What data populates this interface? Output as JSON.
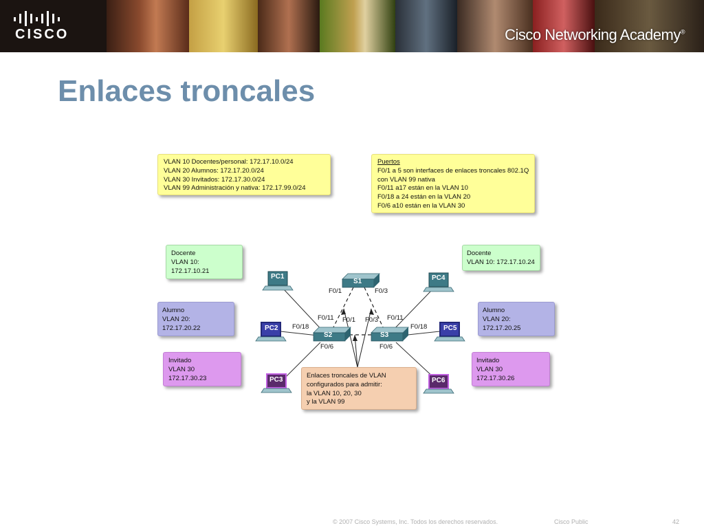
{
  "header": {
    "logo_text": "CISCO",
    "academy_text": "Cisco Networking Academy"
  },
  "title": "Enlaces troncales",
  "vlan_box": {
    "lines": [
      "VLAN 10 Docentes/personal: 172.17.10.0/24",
      "VLAN 20  Alumnos: 172.17.20.0/24",
      "VLAN 30  Invitados: 172.17.30.0/24",
      "VLAN 99 Administración y nativa: 172.17.99.0/24"
    ]
  },
  "ports_box": {
    "heading": "Puertos",
    "lines": [
      "F0/1 a 5 son interfaces de enlaces troncales 802.1Q",
      "con VLAN 99 nativa",
      "F0/11 a17 están en la VLAN 10",
      "F0/18 a 24 están en la VLAN 20",
      "F0/6 a10 están en la VLAN 30"
    ]
  },
  "hosts": {
    "pc1_box": [
      "Docente",
      "VLAN 10:",
      "172.17.10.21"
    ],
    "pc2_box": [
      "Alumno",
      "VLAN 20:",
      "172.17.20.22"
    ],
    "pc3_box": [
      "Invitado",
      "VLAN 30",
      "172.17.30.23"
    ],
    "pc4_box": [
      "Docente",
      "VLAN 10: 172.17.10.24"
    ],
    "pc5_box": [
      "Alumno",
      "VLAN 20:",
      "172.17.20.25"
    ],
    "pc6_box": [
      "Invitado",
      "VLAN 30",
      "172.17.30.26"
    ]
  },
  "trunk_box": {
    "lines": [
      "Enlaces troncales de VLAN",
      "configurados para admitir:",
      "la VLAN 10, 20, 30",
      "y la VLAN 99"
    ]
  },
  "devices": {
    "s1": "S1",
    "s2": "S2",
    "s3": "S3",
    "pc1": "PC1",
    "pc2": "PC2",
    "pc3": "PC3",
    "pc4": "PC4",
    "pc5": "PC5",
    "pc6": "PC6"
  },
  "ports": {
    "s1_f01": "F0/1",
    "s1_f03": "F0/3",
    "s2_f011": "F0/11",
    "s2_f01": "F0/1",
    "s2_f018": "F0/18",
    "s2_f06": "F0/6",
    "s3_f03": "F0/3",
    "s3_f011": "F0/11",
    "s3_f018": "F0/18",
    "s3_f06": "F0/6"
  },
  "footer": {
    "copyright": "© 2007 Cisco Systems, Inc. Todos los derechos reservados.",
    "classification": "Cisco Public",
    "page": "42"
  },
  "colors": {
    "title": "#6d8eab",
    "yellow_box": "#ffff99",
    "green_box": "#ccffcc",
    "blue_box": "#b3b3e6",
    "purple_box": "#dd99ee",
    "tan_box": "#f5cfb0"
  }
}
